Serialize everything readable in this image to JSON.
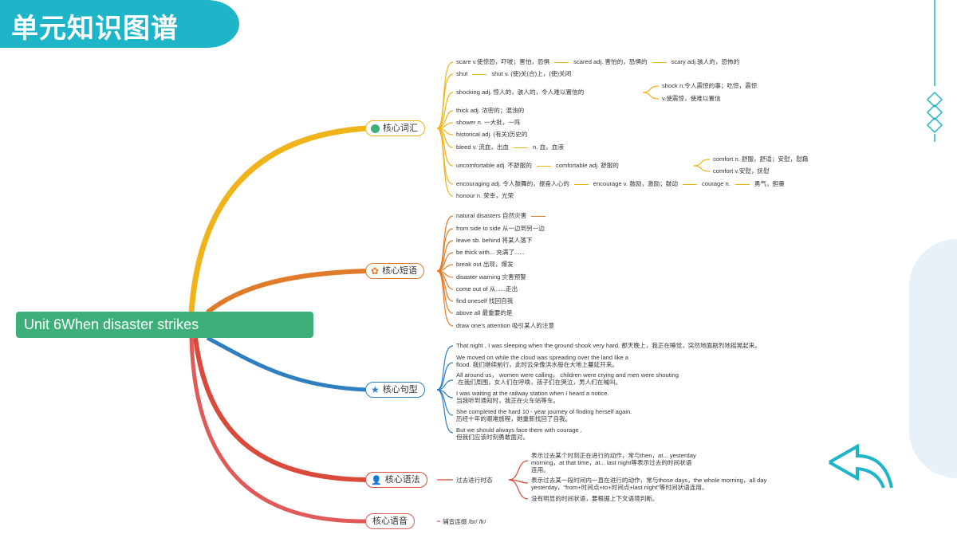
{
  "header": {
    "title": "单元知识图谱"
  },
  "root": {
    "label": "Unit 6When disaster strikes"
  },
  "branches": {
    "vocab": {
      "label": "核心词汇",
      "color": "#f0b31a"
    },
    "phrases": {
      "label": "核心短语",
      "color": "#e07b2a"
    },
    "sentences": {
      "label": "核心句型",
      "color": "#2f7fc0"
    },
    "grammar": {
      "label": "核心语法",
      "color": "#d94a3a"
    },
    "pronunciation": {
      "label": "核心语音",
      "color": "#e05a5a"
    }
  },
  "vocab": {
    "l1": "scare v.使惊恐，吓唬；害怕，恐惧",
    "l1b": "scared adj. 害怕的，恐惧的",
    "l1c": "scary adj.骇人的，恐怖的",
    "l2": "shut",
    "l2b": "shut v. (使)关(合)上，(使)关闭",
    "l3": "shocking adj. 惊人的，骇人的，令人难以置信的",
    "l3a": "shock n.令人震惊的事；吃惊，震惊",
    "l3b": "v.使震惊，使难以置信",
    "l4": "thick adj. 浓密的；混浊的",
    "l5": "shower n. 一大批，一阵",
    "l6": "historical adj. (有关)历史的",
    "l7": "bleed v. 流血，出血",
    "l7b": "n. 血，血液",
    "l8": "uncomfortable adj. 不舒服的",
    "l8b": "comfortable adj. 舒服的",
    "l8c": "comfort n. 舒服，舒适；安慰，慰藉",
    "l8d": "comfort v.安慰，抚慰",
    "l9": "encouraging adj. 令人鼓舞的，振奋人心的",
    "l9b": "encourage v. 鼓励，激励；鼓动",
    "l9c": "courage n.",
    "l9d": "勇气，胆量",
    "l10": "honour n. 荣幸，光荣"
  },
  "phrases": [
    "natural disasters 自然灾害",
    "from side to side 从一边到另一边",
    "leave sb. behind 将某人落下",
    "be thick with... 充满了......",
    "break out 出现，爆发",
    "disaster warning 灾害预警",
    "come out of 从......走出",
    "find oneself 找回自我",
    "above all 最重要的是",
    "draw one’s attention 吸引某人的注意"
  ],
  "sentences": [
    {
      "en": "That night , I was sleeping when the ground shook very hard. 那天晚上，我正在睡觉，突然地面剧烈地摇晃起来。",
      "zh": ""
    },
    {
      "en": "We moved on while the cloud was spreading over the land like a",
      "zh": "flood. 我们继续前行，此时云朵像洪水般在大地上蔓延开来。"
    },
    {
      "en": "All around us， women were calling， children were crying and men were shouting",
      "zh": ".在我们周围，女人们在呼唤，孩子们在哭泣，男人们在喊叫。"
    },
    {
      "en": "I was waiting at the railway station when I heard a notice.",
      "zh": "当我听到通知时，我正在火车站等车。"
    },
    {
      "en": "She completed the hard 10 - year journey of finding herself again.",
      "zh": "历经十年的艰难旅程，她重新找回了自我。"
    },
    {
      "en": "But we should always face them with courage .",
      "zh": "但我们应该时刻勇敢面对。"
    }
  ],
  "grammar": {
    "topic": "过去进行时态",
    "items": [
      {
        "l1": "表示过去某个时刻正在进行的动作，常与then，at... yesterday",
        "l2": "morning，at that time，at... last night等表示过去的时间状语",
        "l3": "连用。"
      },
      {
        "l1": "表示过去某一段时间内一直在进行的动作，常与those days，the whole morning，all day",
        "l2": "yesterday，“from+时间点+to+时间点+last night”等时间状语连用。",
        "l3": ""
      },
      {
        "l1": "没有明显的时间状语，要根据上下文语境判断。",
        "l2": "",
        "l3": ""
      }
    ]
  },
  "pronunciation": {
    "item": "辅音连缀 /br/ /fr/"
  }
}
